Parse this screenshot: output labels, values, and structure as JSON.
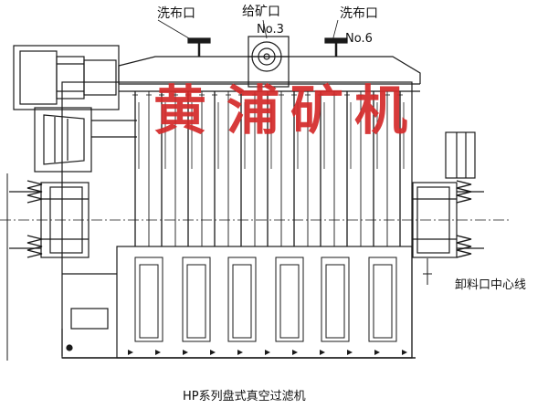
{
  "labels": {
    "wash_left": "洗布口",
    "feed": "给矿口",
    "wash_right": "洗布口",
    "no3": "No.3",
    "no6": "No.6",
    "discharge_center": "卸料口中心线",
    "caption": "HP系列盘式真空过滤机"
  },
  "watermark": [
    "黄",
    "浦",
    "矿",
    "机"
  ],
  "colors": {
    "line": "#1a1a1a",
    "watermark": "#d42a2a",
    "background": "#ffffff"
  }
}
